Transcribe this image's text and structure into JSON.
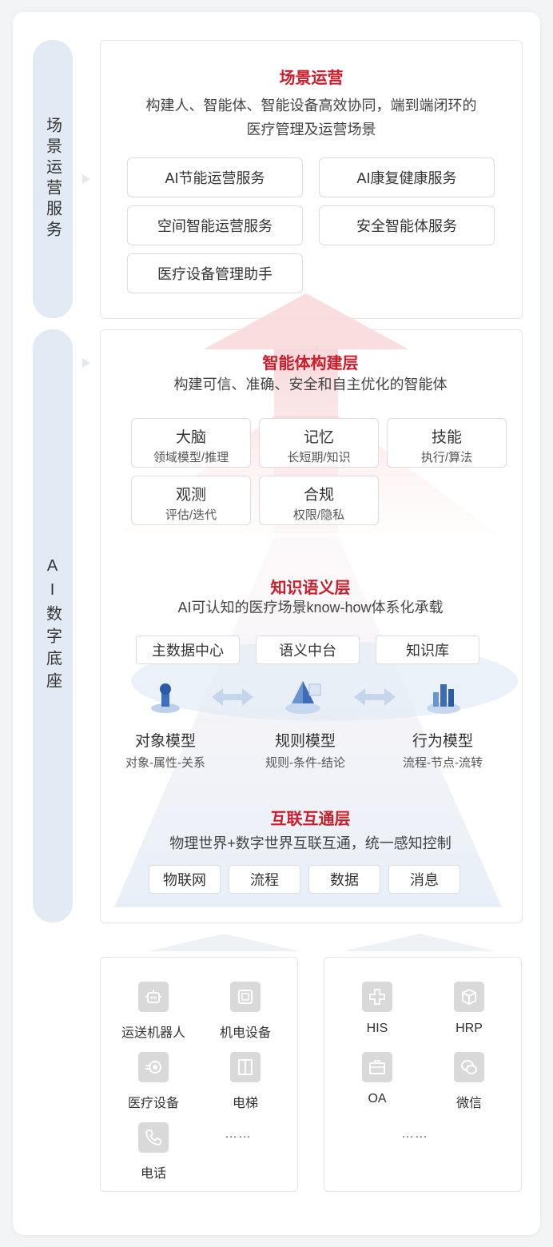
{
  "side": {
    "scene_service": "场景运营服务",
    "ai_base": "AI数字底座"
  },
  "scene": {
    "title": "场景运营",
    "desc1": "构建人、智能体、智能设备高效协同，端到端闭环的",
    "desc2": "医疗管理及运营场景",
    "services": [
      "AI节能运营服务",
      "AI康复健康服务",
      "空间智能运营服务",
      "安全智能体服务",
      "医疗设备管理助手"
    ]
  },
  "agent": {
    "title": "智能体构建层",
    "desc": "构建可信、准确、安全和自主优化的智能体",
    "caps": [
      {
        "name": "大脑",
        "desc": "领域模型/推理"
      },
      {
        "name": "记忆",
        "desc": "长短期/知识"
      },
      {
        "name": "技能",
        "desc": "执行/算法"
      },
      {
        "name": "观测",
        "desc": "评估/迭代"
      },
      {
        "name": "合规",
        "desc": "权限/隐私"
      }
    ]
  },
  "knowledge": {
    "title": "知识语义层",
    "desc": "AI可认知的医疗场景know-how体系化承载",
    "tags": [
      "主数据中心",
      "语义中台",
      "知识库"
    ],
    "models": [
      {
        "name": "对象模型",
        "desc": "对象-属性-关系"
      },
      {
        "name": "规则模型",
        "desc": "规则-条件-结论"
      },
      {
        "name": "行为模型",
        "desc": "流程-节点-流转"
      }
    ]
  },
  "interconnect": {
    "title": "互联互通层",
    "desc": "物理世界+数字世界互联互通，统一感知控制",
    "tags": [
      "物联网",
      "流程",
      "数据",
      "消息"
    ]
  },
  "devices_left": {
    "items": [
      "运送机器人",
      "机电设备",
      "医疗设备",
      "电梯",
      "电话"
    ],
    "icons": [
      "robot-icon",
      "cabinet-icon",
      "scanner-icon",
      "elevator-icon",
      "phone-icon"
    ],
    "more": "……"
  },
  "devices_right": {
    "items": [
      "HIS",
      "HRP",
      "OA",
      "微信"
    ],
    "icons": [
      "medical-cross-icon",
      "box-icon",
      "briefcase-icon",
      "wechat-icon"
    ],
    "more": "……"
  },
  "colors": {
    "accent": "#cc1d2b",
    "pill": "#e2eaf3",
    "icon_bg": "#d9d9d9"
  }
}
